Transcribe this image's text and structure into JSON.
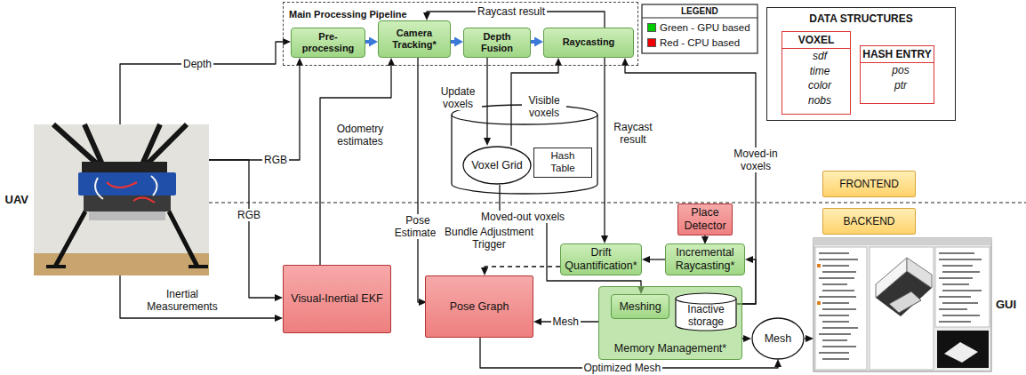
{
  "diagram": {
    "nodes": [
      {
        "text": [
          "Main Processing Pipeline"
        ]
      },
      {
        "text": [
          "Pre-processing"
        ],
        "in": 0
      },
      {
        "text": [
          "Camera Tracking*"
        ],
        "in": 0
      },
      {
        "text": [
          "Depth Fusion"
        ],
        "in": 0
      },
      {
        "text": [
          "Raycasting"
        ],
        "in": 0
      },
      {
        "text": [
          "DATA STRUCTURES"
        ]
      },
      {
        "text": [
          "VOXEL",
          "sdf",
          "time",
          "color",
          "nobs"
        ],
        "in": 5
      },
      {
        "text": [
          "HASH ENTRY",
          "pos",
          "ptr"
        ],
        "in": 5
      },
      {
        "text": [
          "UAV"
        ]
      },
      {
        "text": [
          "Voxel Grid"
        ]
      },
      {
        "text": [
          "Hash Table"
        ]
      },
      {
        "text": [
          "FRONTEND"
        ]
      },
      {
        "text": [
          "BACKEND"
        ]
      },
      {
        "text": [
          "Visual-Inertial EKF"
        ]
      },
      {
        "text": [
          "Place Detector"
        ]
      },
      {
        "text": [
          "Drift Quantification*"
        ]
      },
      {
        "text": [
          "Incremental Raycasting*"
        ]
      },
      {
        "text": [
          "Pose Graph"
        ]
      },
      {
        "text": [
          "Memory Management*"
        ]
      },
      {
        "text": [
          "Meshing"
        ],
        "in": 18
      },
      {
        "text": [
          "Inactive storage"
        ],
        "in": 18
      },
      {
        "text": [
          "Mesh"
        ]
      },
      {
        "text": [
          "GUI"
        ]
      }
    ],
    "edges": [
      {
        "from": 8,
        "to": 1,
        "label": "Depth",
        "arrow": "to"
      },
      {
        "from": 8,
        "to": 1,
        "label": "RGB",
        "arrow": "to"
      },
      {
        "from": 8,
        "to": 13,
        "label": "RGB",
        "arrow": "to"
      },
      {
        "from": 8,
        "to": 13,
        "label": "Inertial Measurements",
        "arrow": "to"
      },
      {
        "from": 13,
        "to": 2,
        "label": "Odometry estimates",
        "arrow": "to"
      },
      {
        "from": 1,
        "to": 2,
        "arrow": "to"
      },
      {
        "from": 2,
        "to": 3,
        "arrow": "to"
      },
      {
        "from": 3,
        "to": 4,
        "arrow": "to"
      },
      {
        "from": 4,
        "to": 2,
        "label": "Raycast result",
        "arrow": "to"
      },
      {
        "from": 3,
        "to": 9,
        "label": "Update voxels",
        "arrow": "to"
      },
      {
        "from": 9,
        "to": 4,
        "label": "Visible voxels",
        "arrow": "to"
      },
      {
        "from": 4,
        "to": 15,
        "label": "Raycast result",
        "arrow": "to"
      },
      {
        "from": 2,
        "to": 17,
        "label": "Pose Estimates",
        "arrow": "to"
      },
      {
        "from": 9,
        "to": 19,
        "label": "Moved-out voxels",
        "arrow": "to"
      },
      {
        "from": 20,
        "to": 4,
        "label": "Moved-in voxels",
        "arrow": "to"
      },
      {
        "from": 20,
        "to": 16,
        "arrow": "to"
      },
      {
        "from": 14,
        "to": 16,
        "arrow": "to"
      },
      {
        "from": 16,
        "to": 15,
        "arrow": "to"
      },
      {
        "from": 15,
        "to": 17,
        "label": "Bundle Adjustment Trigger",
        "arrow": "to"
      },
      {
        "from": 18,
        "to": 17,
        "label": "Mesh",
        "arrow": "to"
      },
      {
        "from": 18,
        "to": 21,
        "arrow": "to"
      },
      {
        "from": 17,
        "to": 21,
        "label": "Optimized Mesh",
        "arrow": "to"
      },
      {
        "from": 21,
        "to": 22,
        "arrow": "to"
      }
    ],
    "labels": [
      "LEGEND"
    ],
    "legend": [
      {
        "text": "Green - GPU based",
        "color": "#00cc00"
      },
      {
        "text": "Red - CPU based",
        "color": "#ee0000"
      }
    ]
  }
}
